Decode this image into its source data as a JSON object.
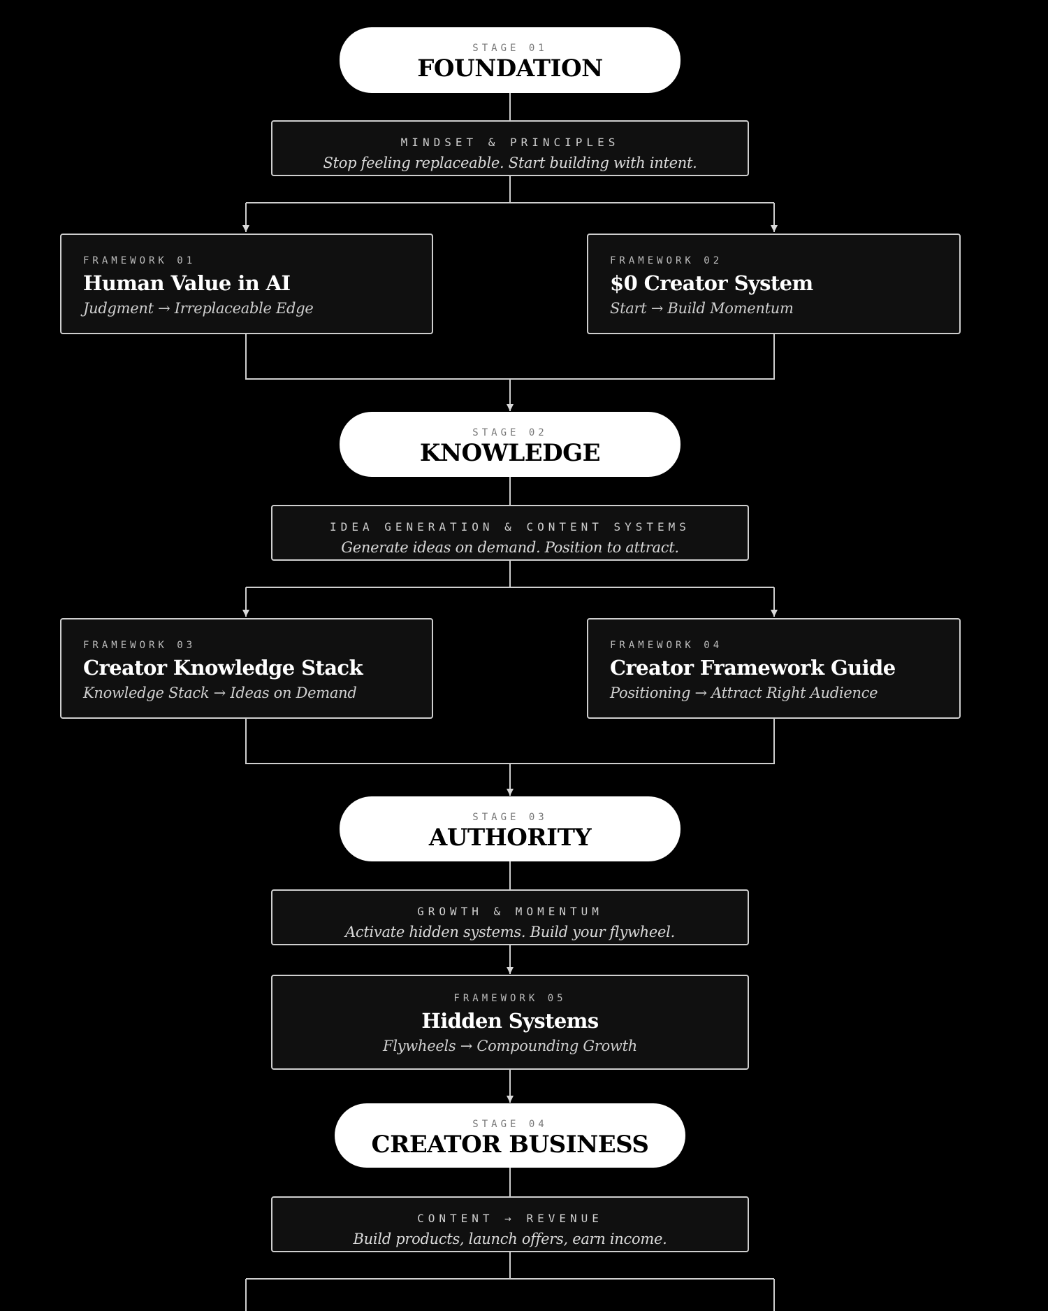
{
  "stages": [
    {
      "kicker": "STAGE 01",
      "title": "FOUNDATION",
      "subheading": "MINDSET & PRINCIPLES",
      "tagline": "Stop feeling replaceable. Start building with intent.",
      "frameworks": [
        {
          "kicker": "FRAMEWORK 01",
          "title": "Human Value in AI",
          "tagline": "Judgment → Irreplaceable Edge"
        },
        {
          "kicker": "FRAMEWORK 02",
          "title": "$0 Creator System",
          "tagline": "Start → Build Momentum"
        }
      ]
    },
    {
      "kicker": "STAGE 02",
      "title": "KNOWLEDGE",
      "subheading": "IDEA GENERATION & CONTENT SYSTEMS",
      "tagline": "Generate ideas on demand. Position to attract.",
      "frameworks": [
        {
          "kicker": "FRAMEWORK 03",
          "title": "Creator Knowledge Stack",
          "tagline": "Knowledge Stack → Ideas on Demand"
        },
        {
          "kicker": "FRAMEWORK 04",
          "title": "Creator Framework Guide",
          "tagline": "Positioning → Attract Right Audience"
        }
      ]
    },
    {
      "kicker": "STAGE 03",
      "title": "AUTHORITY",
      "subheading": "GROWTH & MOMENTUM",
      "tagline": "Activate hidden systems. Build your flywheel.",
      "frameworks": [
        {
          "kicker": "FRAMEWORK 05",
          "title": "Hidden Systems",
          "tagline": "Flywheels → Compounding Growth"
        }
      ]
    },
    {
      "kicker": "STAGE 04",
      "title": "CREATOR BUSINESS",
      "subheading": "CONTENT → REVENUE",
      "tagline": "Build products, launch offers, earn income.",
      "frameworks": []
    }
  ],
  "colors": {
    "background": "#000000",
    "pill_fill": "#ffffff",
    "box_fill": "#101010",
    "line": "#cfcfcf"
  }
}
